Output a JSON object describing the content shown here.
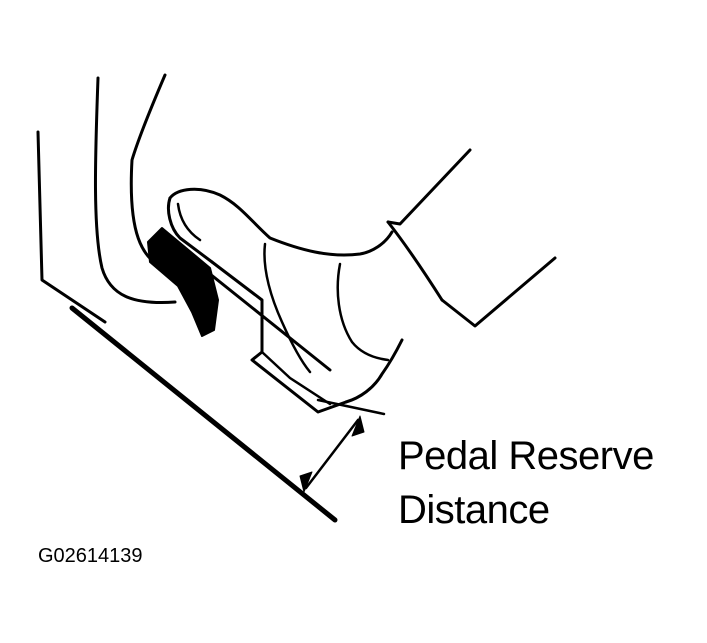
{
  "diagram": {
    "label_line1": "Pedal Reserve",
    "label_line2": "Distance",
    "figure_id": "G02614139"
  },
  "colors": {
    "ink": "#000000",
    "background": "#ffffff"
  }
}
